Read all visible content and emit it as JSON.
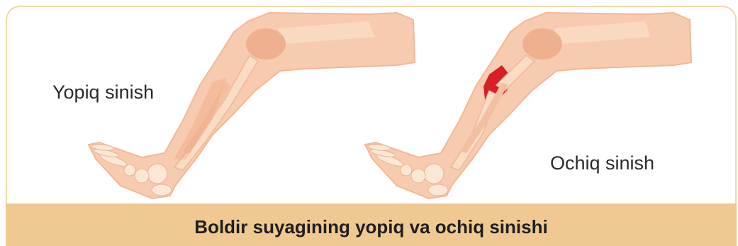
{
  "labels": {
    "closed_fracture": "Yopiq sinish",
    "open_fracture": "Ochiq sinish"
  },
  "caption": "Boldir suyagining yopiq va ochiq sinishi",
  "colors": {
    "skin": "#f7cbb0",
    "skin_outline": "#f3b797",
    "bone": "#f8dcc3",
    "muscle": "#ef9f7c",
    "blood": "#d61f26",
    "frame_border": "#f1d7aa",
    "caption_background": "#efc991"
  },
  "icons": [
    "leg-closed-fracture-illustration",
    "leg-open-fracture-illustration"
  ]
}
